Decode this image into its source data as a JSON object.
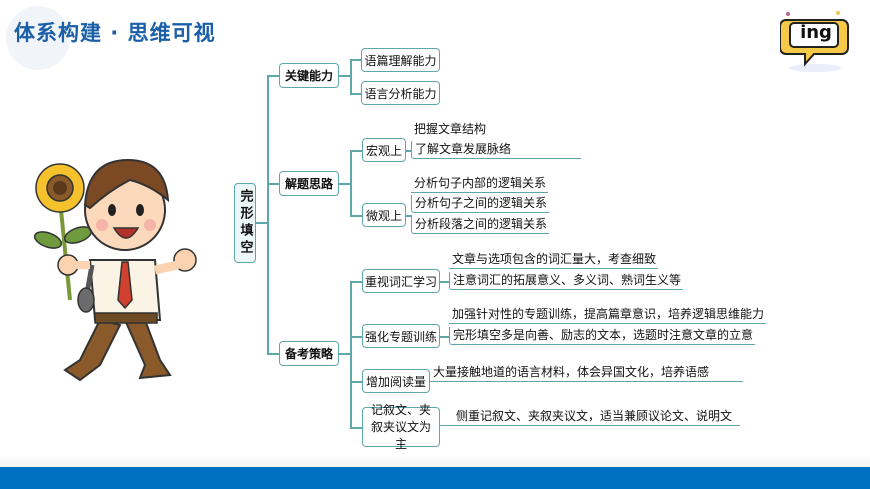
{
  "header": {
    "title": "体系构建 · 思维可视",
    "badge": "ing"
  },
  "mindmap": {
    "root": "完形填空",
    "branches": [
      {
        "label": "关键能力",
        "children": [
          {
            "label": "语篇理解能力"
          },
          {
            "label": "语言分析能力"
          }
        ]
      },
      {
        "label": "解题思路",
        "children": [
          {
            "label": "宏观上",
            "leaves": [
              "把握文章结构",
              "了解文章发展脉络"
            ]
          },
          {
            "label": "微观上",
            "leaves": [
              "分析句子内部的逻辑关系",
              "分析句子之间的逻辑关系",
              "分析段落之间的逻辑关系"
            ]
          }
        ]
      },
      {
        "label": "备考策略",
        "children": [
          {
            "label": "重视词汇学习",
            "leaves": [
              "文章与选项包含的词汇量大，考查细致",
              "注意词汇的拓展意义、多义词、熟词生义等"
            ]
          },
          {
            "label": "强化专题训练",
            "leaves": [
              "加强针对性的专题训练，提高篇章意识，培养逻辑思维能力",
              "完形填空多是向善、励志的文本，选题时注意文章的立意"
            ]
          },
          {
            "label": "增加阅读量",
            "leaves": [
              "大量接触地道的语言材料，体会异国文化，培养语感"
            ]
          },
          {
            "label": "记叙文、夹叙夹议文为主",
            "leaves": [
              "侧重记叙文、夹叙夹议文，适当兼顾议论文、说明文"
            ]
          }
        ]
      }
    ]
  },
  "colors": {
    "title": "#1a5fa8",
    "line": "#5fa7a8",
    "bottom_bar": "#0070c0",
    "badge_yellow": "#f7c948"
  }
}
